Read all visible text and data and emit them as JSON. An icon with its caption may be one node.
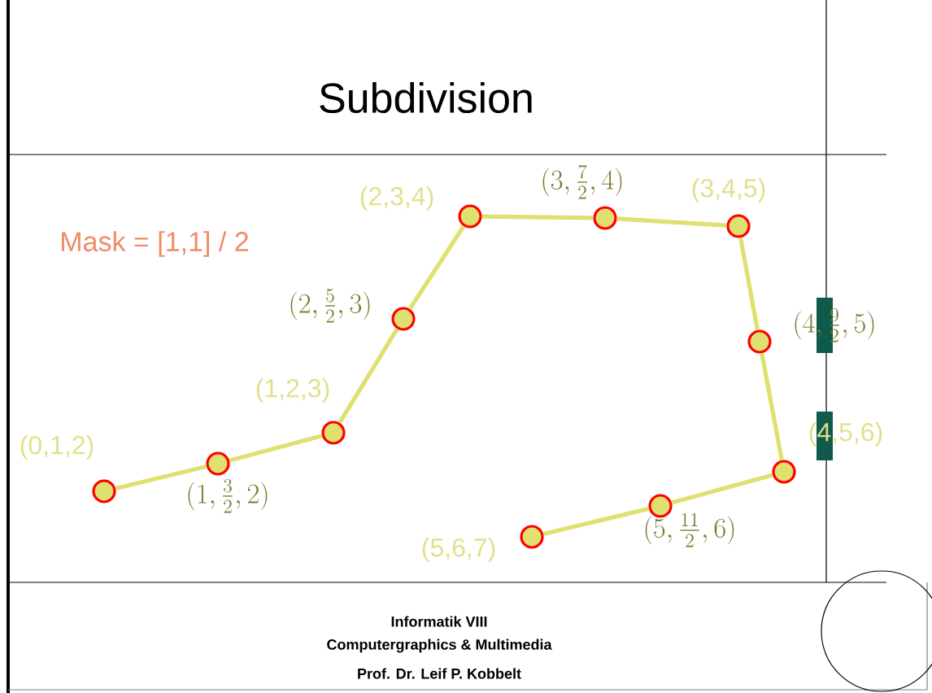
{
  "diagram": {
    "title": "Subdivision",
    "nodes": [
      {
        "text": [],
        "shape": "circle",
        "beside": [
          "(0,1,2)"
        ]
      },
      {
        "text": [],
        "shape": "circle",
        "beside": [
          "(1,\\frac{3}{2},2)"
        ]
      },
      {
        "text": [],
        "shape": "circle",
        "beside": [
          "(1,2,3)"
        ]
      },
      {
        "text": [],
        "shape": "circle",
        "beside": [
          "(2,\\frac{5}{2},3)"
        ]
      },
      {
        "text": [],
        "shape": "circle",
        "beside": [
          "(2,3,4)"
        ]
      },
      {
        "text": [],
        "shape": "circle",
        "beside": [
          "(3,\\frac{7}{2},4)"
        ]
      },
      {
        "text": [],
        "shape": "circle",
        "beside": [
          "(3,4,5)"
        ]
      },
      {
        "text": [],
        "shape": "circle",
        "beside": [
          "(4,\\frac{9}{2},5)"
        ]
      },
      {
        "text": [],
        "shape": "circle",
        "beside": [
          "(4,5,6)"
        ]
      },
      {
        "text": [],
        "shape": "circle",
        "beside": [
          "(5,\\frac{11}{2},6)"
        ]
      },
      {
        "text": [],
        "shape": "circle",
        "beside": [
          "(5,6,7)"
        ]
      }
    ],
    "edges": [
      {
        "from": 0,
        "to": 1,
        "arrow": "none"
      },
      {
        "from": 1,
        "to": 2,
        "arrow": "none"
      },
      {
        "from": 2,
        "to": 3,
        "arrow": "none"
      },
      {
        "from": 3,
        "to": 4,
        "arrow": "none"
      },
      {
        "from": 4,
        "to": 5,
        "arrow": "none"
      },
      {
        "from": 5,
        "to": 6,
        "arrow": "none"
      },
      {
        "from": 6,
        "to": 7,
        "arrow": "none"
      },
      {
        "from": 7,
        "to": 8,
        "arrow": "none"
      },
      {
        "from": 8,
        "to": 9,
        "arrow": "none"
      },
      {
        "from": 9,
        "to": 10,
        "arrow": "none"
      }
    ],
    "labels": [
      "Mask = [1,1] / 2",
      "Informatik VIII",
      "Computergraphics & Multimedia",
      "Prof. Dr. Leif P. Kobbelt"
    ]
  }
}
